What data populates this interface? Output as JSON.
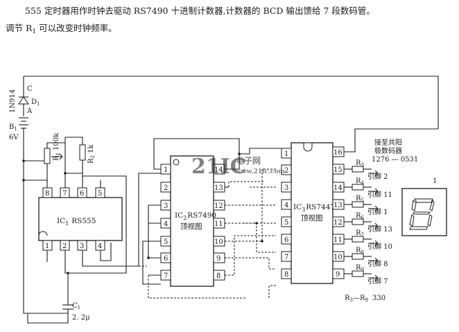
{
  "caption": {
    "line1": "555 定时器用作时钟去驱动 RS7490 十进制计数器,计数器的 BCD 输出馈给 7 段数码管。",
    "line2_prefix": "调节 R",
    "line2_sub": "1",
    "line2_suffix": " 可以改变时钟频率。"
  },
  "components": {
    "diode_type": "1N914",
    "diode_label": "D",
    "diode_sub": "1",
    "diode_c": "C",
    "diode_a": "A",
    "battery_label": "B",
    "battery_sub": "1",
    "battery_value": "6V",
    "r1_label": "R",
    "r1_sub": "1",
    "r1_value": "100k",
    "r2_label": "R",
    "r2_sub": "2",
    "r2_value": "1k",
    "c1_label": "C",
    "c1_sub": "1",
    "c1_value": "2. 2μ",
    "display_label": "接至共阳",
    "display_label2": "极数码器",
    "display_part": "1276 — 0531",
    "display_pin": "1",
    "resistor_range": "R",
    "resistor_range_sub_a": "3",
    "resistor_range_mid": "—R",
    "resistor_range_sub_b": "9",
    "resistor_range_value": "330"
  },
  "chips": {
    "ic1": {
      "name": "IC",
      "sub": "1",
      "part": "RS555",
      "top_pins": [
        "8",
        "7",
        "6",
        "5"
      ],
      "bottom_pins": [
        "1",
        "2",
        "3",
        "4"
      ]
    },
    "ic2": {
      "name": "IC",
      "sub": "2",
      "part": "RS7490",
      "view": "顶视图",
      "left_pins": [
        "1",
        "2",
        "3",
        "4",
        "5",
        "6",
        "7"
      ],
      "right_pins": [
        "14",
        "13",
        "12",
        "11",
        "10",
        "9",
        "8"
      ]
    },
    "ic3": {
      "name": "IC",
      "sub": "3",
      "part": "RS7447",
      "view": "顶视图",
      "left_pins": [
        "1",
        "2",
        "3",
        "4",
        "5",
        "6",
        "7",
        "8"
      ],
      "right_pins": [
        "16",
        "15",
        "14",
        "13",
        "12",
        "11",
        "10",
        "9"
      ]
    }
  },
  "outputs": [
    {
      "r": "R",
      "sub": "3",
      "label": "引脚 2"
    },
    {
      "r": "R",
      "sub": "4",
      "label": "引脚 11"
    },
    {
      "r": "R",
      "sub": "5",
      "label": "引脚 1"
    },
    {
      "r": "R",
      "sub": "6",
      "label": "引脚 13"
    },
    {
      "r": "R",
      "sub": "7",
      "label": "引脚 10"
    },
    {
      "r": "R",
      "sub": "8",
      "label": "引脚 8"
    },
    {
      "r": "R",
      "sub": "9",
      "label": "引脚 7"
    }
  ],
  "watermark": {
    "main": "21IC",
    "cn": "电子网",
    "en": "www.21ic.com"
  }
}
